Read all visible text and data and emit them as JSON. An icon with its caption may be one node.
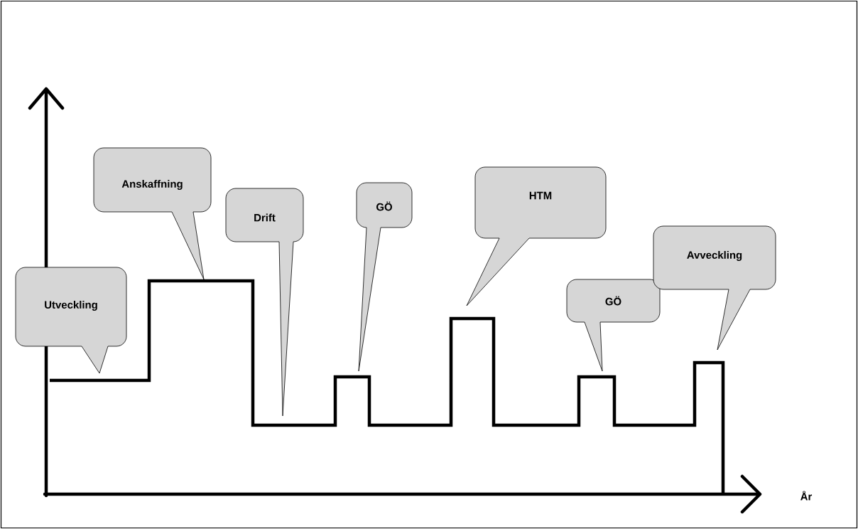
{
  "diagram": {
    "nodes": [
      {
        "text": [
          "Utveckling"
        ]
      },
      {
        "text": [
          "Anskaffning"
        ]
      },
      {
        "text": [
          "Drift"
        ]
      },
      {
        "text": [
          "GÖ"
        ]
      },
      {
        "text": [
          "HTM"
        ]
      },
      {
        "text": [
          "GÖ"
        ]
      },
      {
        "text": [
          "Avveckling"
        ]
      }
    ],
    "labels": [
      "År"
    ]
  }
}
